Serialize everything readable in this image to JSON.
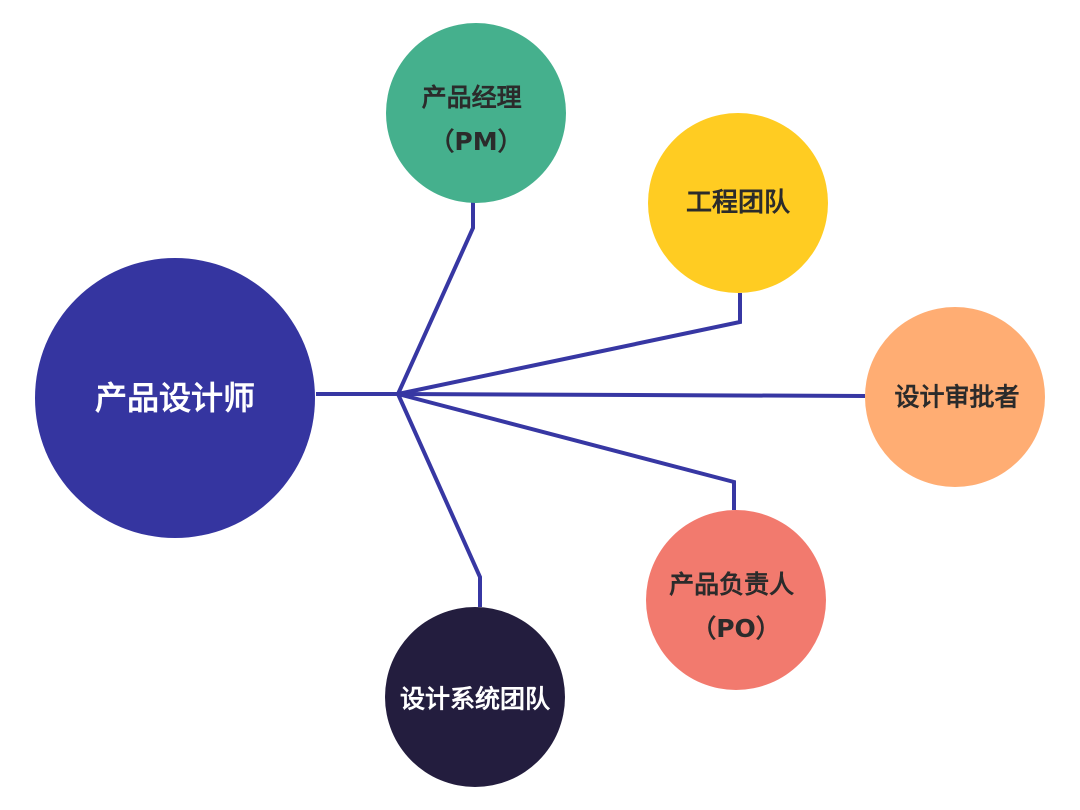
{
  "diagram": {
    "hub": {
      "label": "产品设计师",
      "color": "#3535a0",
      "text_color": "#ffffff"
    },
    "connector_color": "#3737a3",
    "nodes": [
      {
        "id": "pm",
        "lines": [
          "产品经理",
          "（PM）"
        ],
        "color": "#45b08d",
        "text_color": "#2b2b2b"
      },
      {
        "id": "engineering",
        "lines": [
          "工程团队"
        ],
        "color": "#ffcc22",
        "text_color": "#2b2b2b"
      },
      {
        "id": "approver",
        "lines": [
          "设计审批者"
        ],
        "color": "#ffad73",
        "text_color": "#2b2b2b"
      },
      {
        "id": "po",
        "lines": [
          "产品负责人",
          "（PO）"
        ],
        "color": "#f27a6e",
        "text_color": "#2b2b2b"
      },
      {
        "id": "design-system",
        "lines": [
          "设计系统团队"
        ],
        "color": "#231d3e",
        "text_color": "#ffffff"
      }
    ]
  }
}
